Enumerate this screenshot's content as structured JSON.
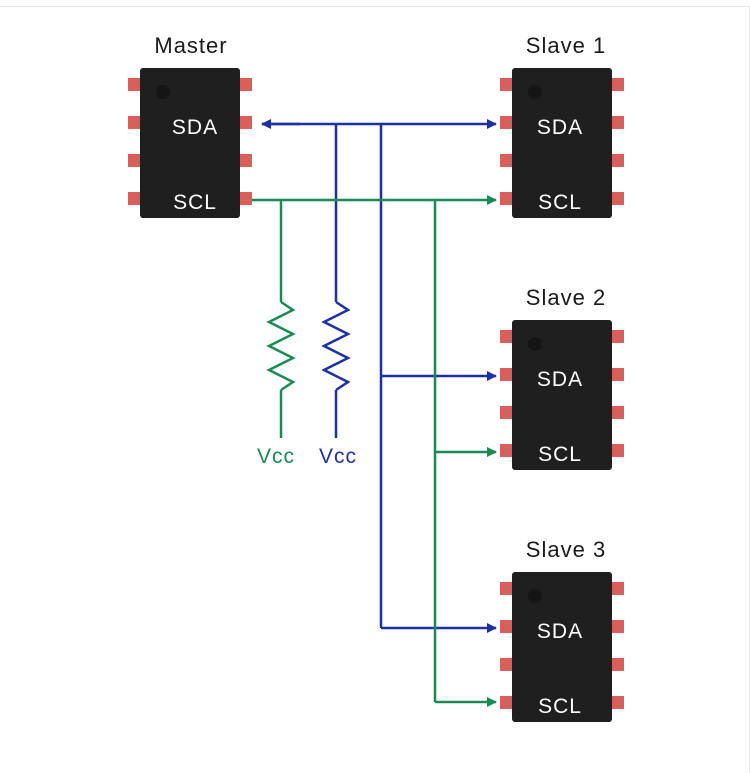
{
  "colors": {
    "sda": "#1f2fa6",
    "scl": "#1a8a55",
    "chip_body": "#1f1f1f",
    "chip_pin": "#d8605a",
    "text_dark": "#1a1a1a",
    "text_light": "#ffffff"
  },
  "chips": {
    "master": {
      "title": "Master",
      "sda": "SDA",
      "scl": "SCL"
    },
    "slave1": {
      "title": "Slave 1",
      "sda": "SDA",
      "scl": "SCL"
    },
    "slave2": {
      "title": "Slave 2",
      "sda": "SDA",
      "scl": "SCL"
    },
    "slave3": {
      "title": "Slave 3",
      "sda": "SDA",
      "scl": "SCL"
    }
  },
  "pullups": {
    "scl_vcc": "Vcc",
    "sda_vcc": "Vcc"
  }
}
